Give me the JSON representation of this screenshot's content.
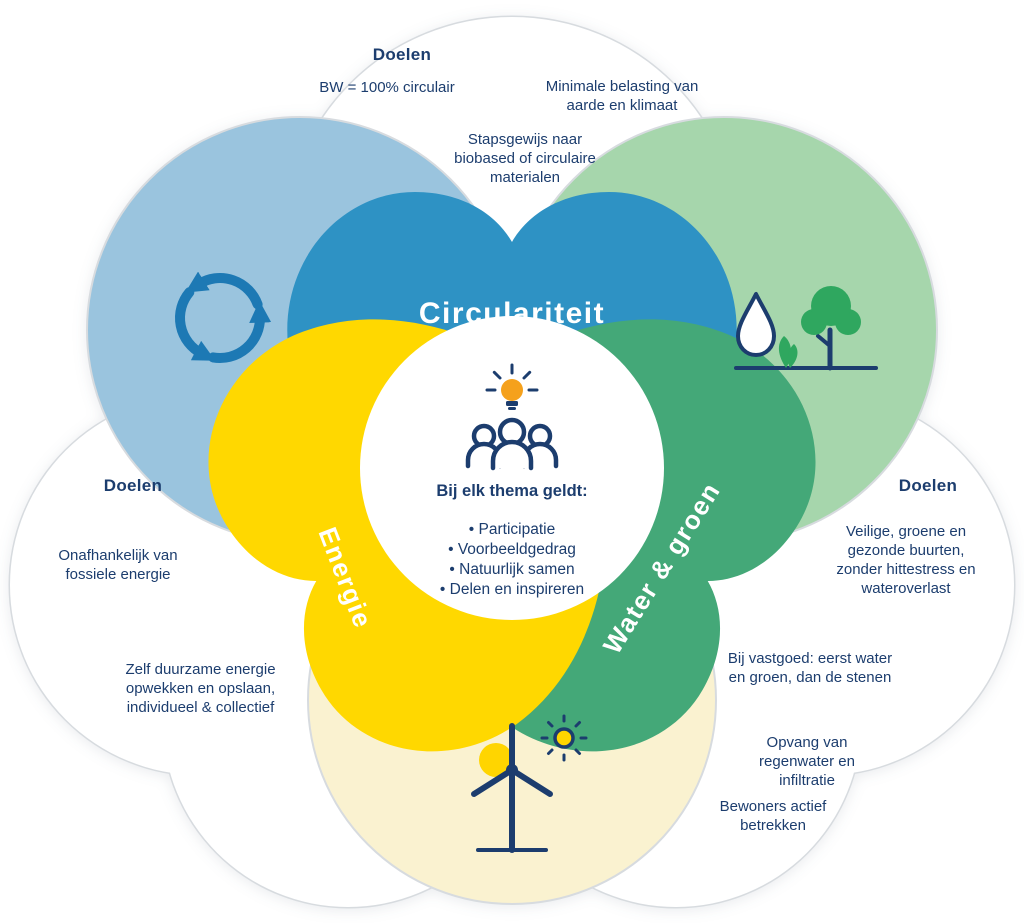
{
  "petals": {
    "circulariteit": {
      "label": "Circulariteit",
      "color": "#2E92C4",
      "light_color": "#9AC4DE"
    },
    "water_groen": {
      "label": "Water & groen",
      "color": "#44A878",
      "light_color": "#A6D6AC"
    },
    "energie": {
      "label": "Energie",
      "color": "#FFD800",
      "light_color": "#FAF2D0"
    }
  },
  "center": {
    "heading": "Bij elk thema geldt:",
    "bullets": [
      "Participatie",
      "Voorbeeldgedrag",
      "Natuurlijk samen",
      "Delen en inspireren"
    ]
  },
  "goals": {
    "circulariteit": {
      "heading": "Doelen",
      "items": [
        "BW = 100% circulair",
        "Minimale belasting van aarde en klimaat",
        "Stapsgewijs naar biobased of circulaire materialen"
      ]
    },
    "energie": {
      "heading": "Doelen",
      "items": [
        "Onafhankelijk van fossiele energie",
        "Zelf duurzame energie opwekken en opslaan, individueel & collectief"
      ]
    },
    "water_groen": {
      "heading": "Doelen",
      "items": [
        "Veilige, groene en gezonde buurten, zonder hittestress en wateroverlast",
        "Bij vastgoed: eerst water en groen, dan de stenen",
        "Opvang van regenwater en infiltratie",
        "Bewoners actief betrekken"
      ]
    }
  },
  "icons": [
    "recycle-icon",
    "water-tree-plant-icon",
    "wind-turbine-sun-icon",
    "people-idea-icon"
  ],
  "colors": {
    "navy_text": "#1C3D6E",
    "outline_gray": "#D7DBDF",
    "icon_blue": "#1D79B4",
    "icon_green": "#2FA75F",
    "bulb_orange": "#F5A11C",
    "sun_yellow": "#FFD500"
  }
}
